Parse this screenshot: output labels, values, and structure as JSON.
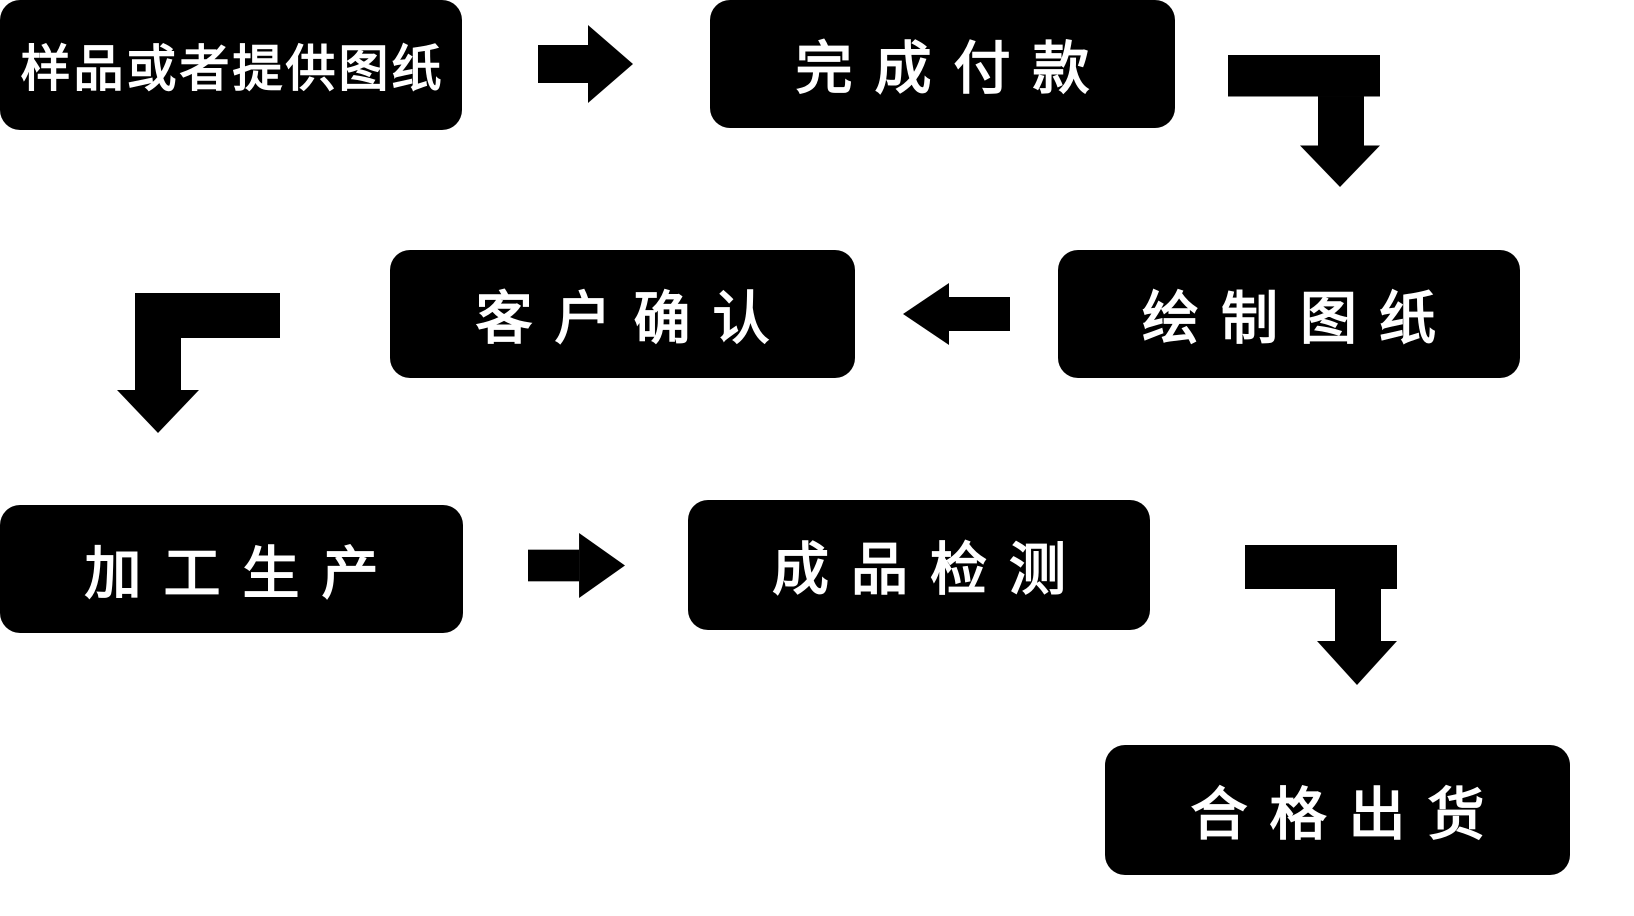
{
  "diagram": {
    "type": "flowchart",
    "background_color": "#ffffff",
    "node_fill_color": "#000000",
    "node_text_color": "#ffffff",
    "arrow_color": "#000000",
    "nodes": [
      {
        "id": "sample-or-drawing",
        "label": "样品或者提供图纸"
      },
      {
        "id": "complete-payment",
        "label": "完成付款"
      },
      {
        "id": "draw-drawings",
        "label": "绘制图纸"
      },
      {
        "id": "customer-confirmation",
        "label": "客户确认"
      },
      {
        "id": "processing-production",
        "label": "加工生产"
      },
      {
        "id": "finished-inspection",
        "label": "成品检测"
      },
      {
        "id": "qualified-shipment",
        "label": "合格出货"
      }
    ],
    "edges": [
      {
        "from": "样品或者提供图纸",
        "to": "完成付款",
        "direction": "right"
      },
      {
        "from": "完成付款",
        "to": "绘制图纸",
        "direction": "down"
      },
      {
        "from": "绘制图纸",
        "to": "客户确认",
        "direction": "left"
      },
      {
        "from": "客户确认",
        "to": "加工生产",
        "direction": "down"
      },
      {
        "from": "加工生产",
        "to": "成品检测",
        "direction": "right"
      },
      {
        "from": "成品检测",
        "to": "合格出货",
        "direction": "down"
      }
    ]
  }
}
